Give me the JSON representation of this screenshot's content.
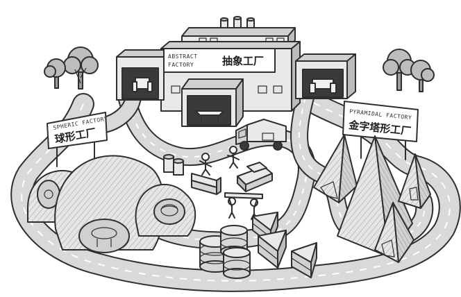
{
  "signs": {
    "abstract_en_line1": "ABSTRACT",
    "abstract_en_line2": "FACTORY",
    "abstract_zh": "抽象工厂",
    "spheric_en": "SPHERIC FACTORY",
    "spheric_zh": "球形工厂",
    "pyramidal_en": "PYRAMIDAL FACTORY",
    "pyramidal_zh": "金字塔形工厂"
  },
  "colors": {
    "road": "#d9d9d9",
    "ink": "#2e2e2e",
    "wall": "#e9e9e9",
    "shade": "#cfcfcf",
    "tree": "#bdbdbd",
    "paper": "#ffffff"
  }
}
